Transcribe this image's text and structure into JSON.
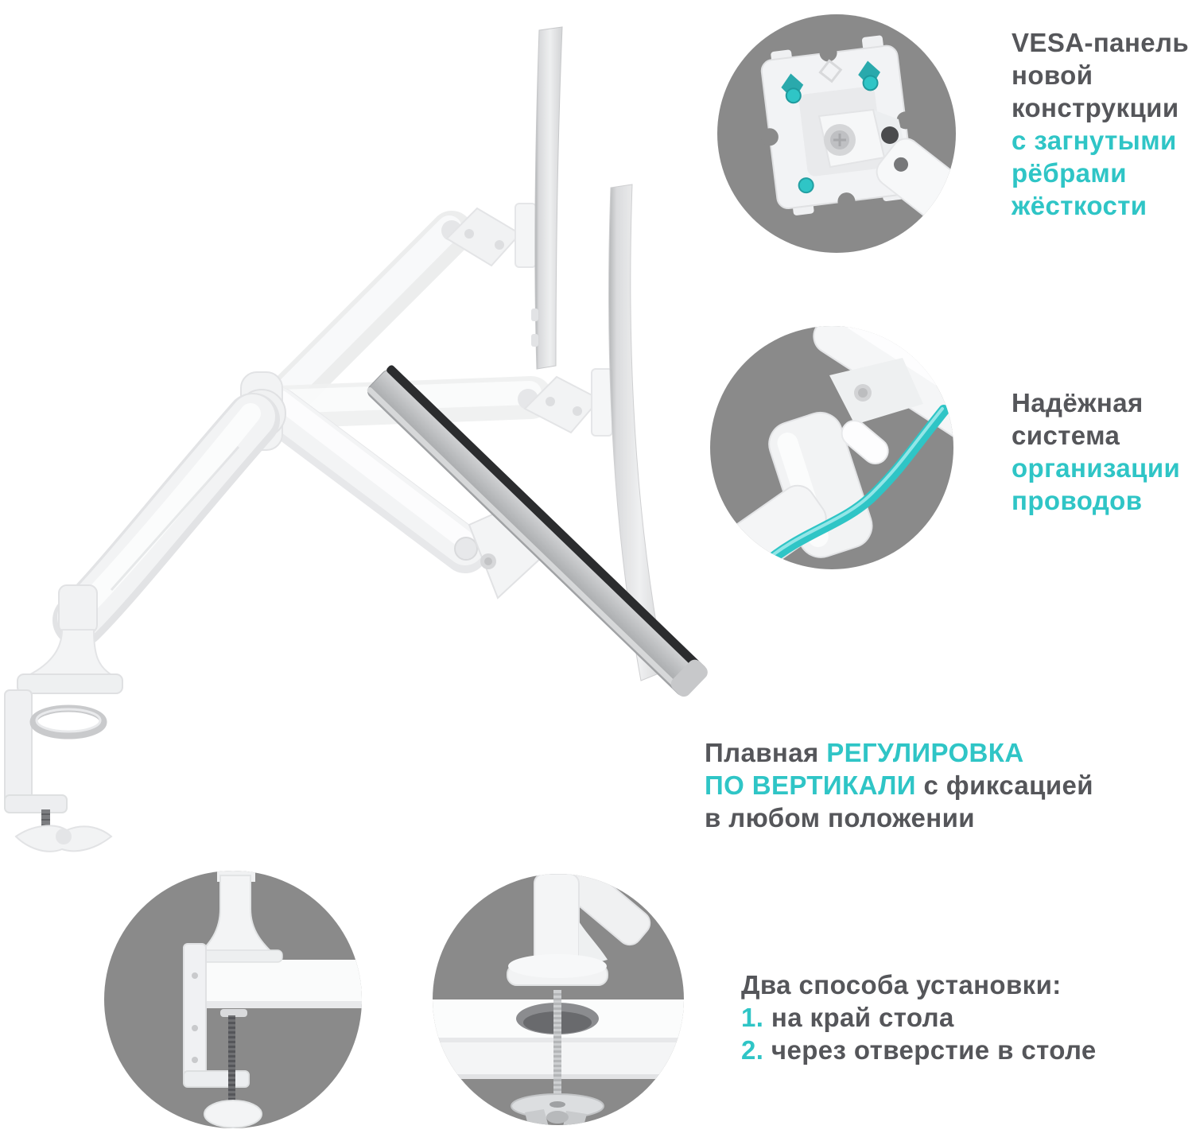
{
  "palette": {
    "accent_teal": "#2fc5c6",
    "text_gray": "#55565a",
    "circle_background_gray": "#8a8a8a",
    "product_white": "#f3f4f5",
    "monitor_silver": "#d6d7d9",
    "monitor_edge_dark": "#2b2c2e"
  },
  "callout_vesa": {
    "line1": "VESA-панель",
    "line2": "новой",
    "line3": "конструкции",
    "line4": "с загнутыми",
    "line5": "рёбрами",
    "line6": "жёсткости"
  },
  "callout_cable": {
    "line1": "Надёжная",
    "line2": "система",
    "line3": "организации",
    "line4": "проводов"
  },
  "callout_height": {
    "line1_gray": "Плавная ",
    "line1_accent": "РЕГУЛИРОВКА",
    "line2_accent": "ПО ВЕРТИКАЛИ",
    "line2_gray": " с фиксацией",
    "line3": "в любом положении"
  },
  "callout_install": {
    "title": "Два способа установки:",
    "item1_number": "1.",
    "item1_text": " на край стола",
    "item2_number": "2.",
    "item2_text": " через отверстие в столе"
  },
  "figures": {
    "main": "monitor-arm-range-of-motion-illustration",
    "circle1": "vesa-plate-closeup",
    "circle2": "cable-routing-closeup",
    "circle3": "desk-edge-clamp-closeup",
    "circle4": "grommet-mount-closeup"
  }
}
